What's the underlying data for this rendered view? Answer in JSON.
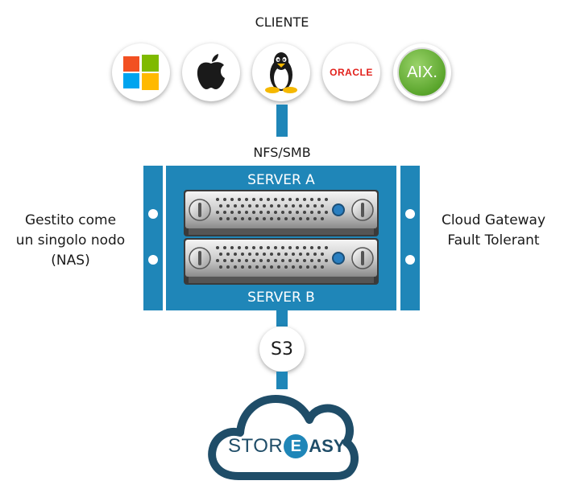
{
  "diagram": {
    "client_label": "CLIENTE",
    "protocol_label": "NFS/SMB",
    "server_a_label": "SERVER A",
    "server_b_label": "SERVER B",
    "left_note_lines": [
      "Gestito come",
      "un singolo nodo",
      "(NAS)"
    ],
    "right_note_lines": [
      "Cloud Gateway",
      "Fault Tolerant"
    ],
    "s3_label": "S3",
    "oracle_text": "ORACLE",
    "aix_text": "AIX.",
    "brand": {
      "prefix": "STOR",
      "badge_letter": "E",
      "suffix": "ASY"
    },
    "colors": {
      "accent": "#1f86b8",
      "cloud_navy": "#1f4d68",
      "oracle_red": "#e2211c",
      "aix_green": "#6db33f"
    },
    "icons": [
      "windows-icon",
      "apple-icon",
      "linux-icon",
      "oracle-icon",
      "aix-icon"
    ]
  }
}
